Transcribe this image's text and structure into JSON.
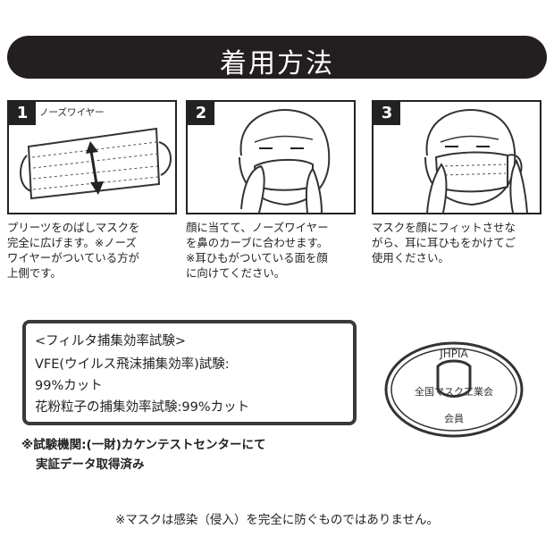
{
  "header": {
    "title": "着用方法"
  },
  "steps": [
    {
      "number": "1",
      "label": "ノーズワイヤー",
      "desc": [
        "プリーツをのばしマスクを",
        "完全に広げます。※ノーズ",
        "ワイヤーがついている方が",
        "上側です。"
      ]
    },
    {
      "number": "2",
      "desc": [
        "顔に当てて、ノーズワイヤー",
        "を鼻のカーブに合わせます。",
        "※耳ひもがついている面を顔",
        "に向けてください。"
      ]
    },
    {
      "number": "3",
      "desc": [
        "マスクを顔にフィットさせな",
        "がら、耳に耳ひもをかけてご",
        "使用ください。"
      ]
    }
  ],
  "filter": {
    "heading": "<フィルタ捕集効率試験>",
    "line1": "VFE(ウイルス飛沫捕集効率)試験:",
    "line2": "99%カット",
    "line3": "花粉粒子の捕集効率試験:99%カット"
  },
  "institution": {
    "line1": "※試験機関:(一財)カケンテストセンターにて",
    "line2": "実証データ取得済み"
  },
  "logo": {
    "top": "JHPIA",
    "middle": "全国マスク工業会",
    "bottom": "会員"
  },
  "disclaimer": "※マスクは感染（侵入）を完全に防ぐものではありません。"
}
